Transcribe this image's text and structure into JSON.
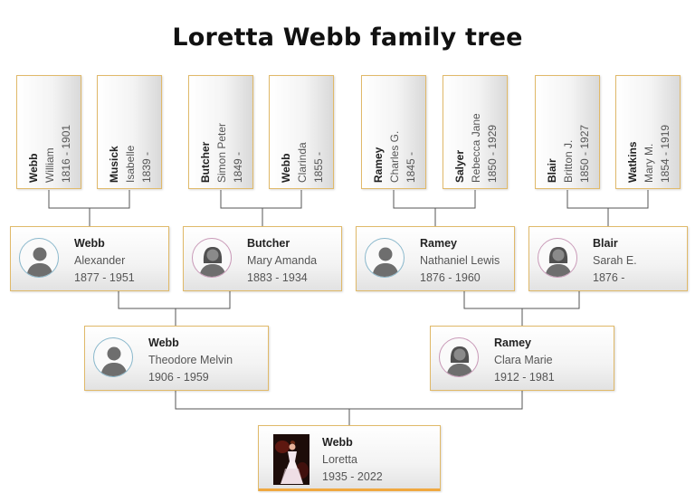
{
  "title": "Loretta Webb family tree",
  "colors": {
    "border": "#e0b969",
    "male_ring": "#8ab8cc",
    "female_ring": "#c99ab8",
    "root_accent": "#f0a840",
    "connector": "#555555"
  },
  "great_grandparents": [
    {
      "surname": "Webb",
      "given": "William",
      "years": "1816 - 1901"
    },
    {
      "surname": "Musick",
      "given": "Isabelle",
      "years": "1839 -"
    },
    {
      "surname": "Butcher",
      "given": "Simon Peter",
      "years": "1849 -"
    },
    {
      "surname": "Webb",
      "given": "Clarinda",
      "years": "1855 -"
    },
    {
      "surname": "Ramey",
      "given": "Charles G.",
      "years": "1845 -"
    },
    {
      "surname": "Salyer",
      "given": "Rebecca Jane",
      "years": "1850 - 1929"
    },
    {
      "surname": "Blair",
      "given": "Britton J.",
      "years": "1850 - 1927"
    },
    {
      "surname": "Watkins",
      "given": "Mary M.",
      "years": "1854 - 1919"
    }
  ],
  "grandparents": [
    {
      "surname": "Webb",
      "given": "Alexander",
      "years": "1877 - 1951",
      "avatar": "male-avatar-icon"
    },
    {
      "surname": "Butcher",
      "given": "Mary Amanda",
      "years": "1883 - 1934",
      "avatar": "female-avatar-icon"
    },
    {
      "surname": "Ramey",
      "given": "Nathaniel Lewis",
      "years": "1876 - 1960",
      "avatar": "male-avatar-icon"
    },
    {
      "surname": "Blair",
      "given": "Sarah E.",
      "years": "1876 -",
      "avatar": "female-avatar-icon"
    }
  ],
  "parents": [
    {
      "surname": "Webb",
      "given": "Theodore Melvin",
      "years": "1906 - 1959",
      "avatar": "male-avatar-icon"
    },
    {
      "surname": "Ramey",
      "given": "Clara Marie",
      "years": "1912 - 1981",
      "avatar": "female-avatar-icon"
    }
  ],
  "root": {
    "surname": "Webb",
    "given": "Loretta",
    "years": "1935 - 2022",
    "photo": "portrait-photo"
  }
}
